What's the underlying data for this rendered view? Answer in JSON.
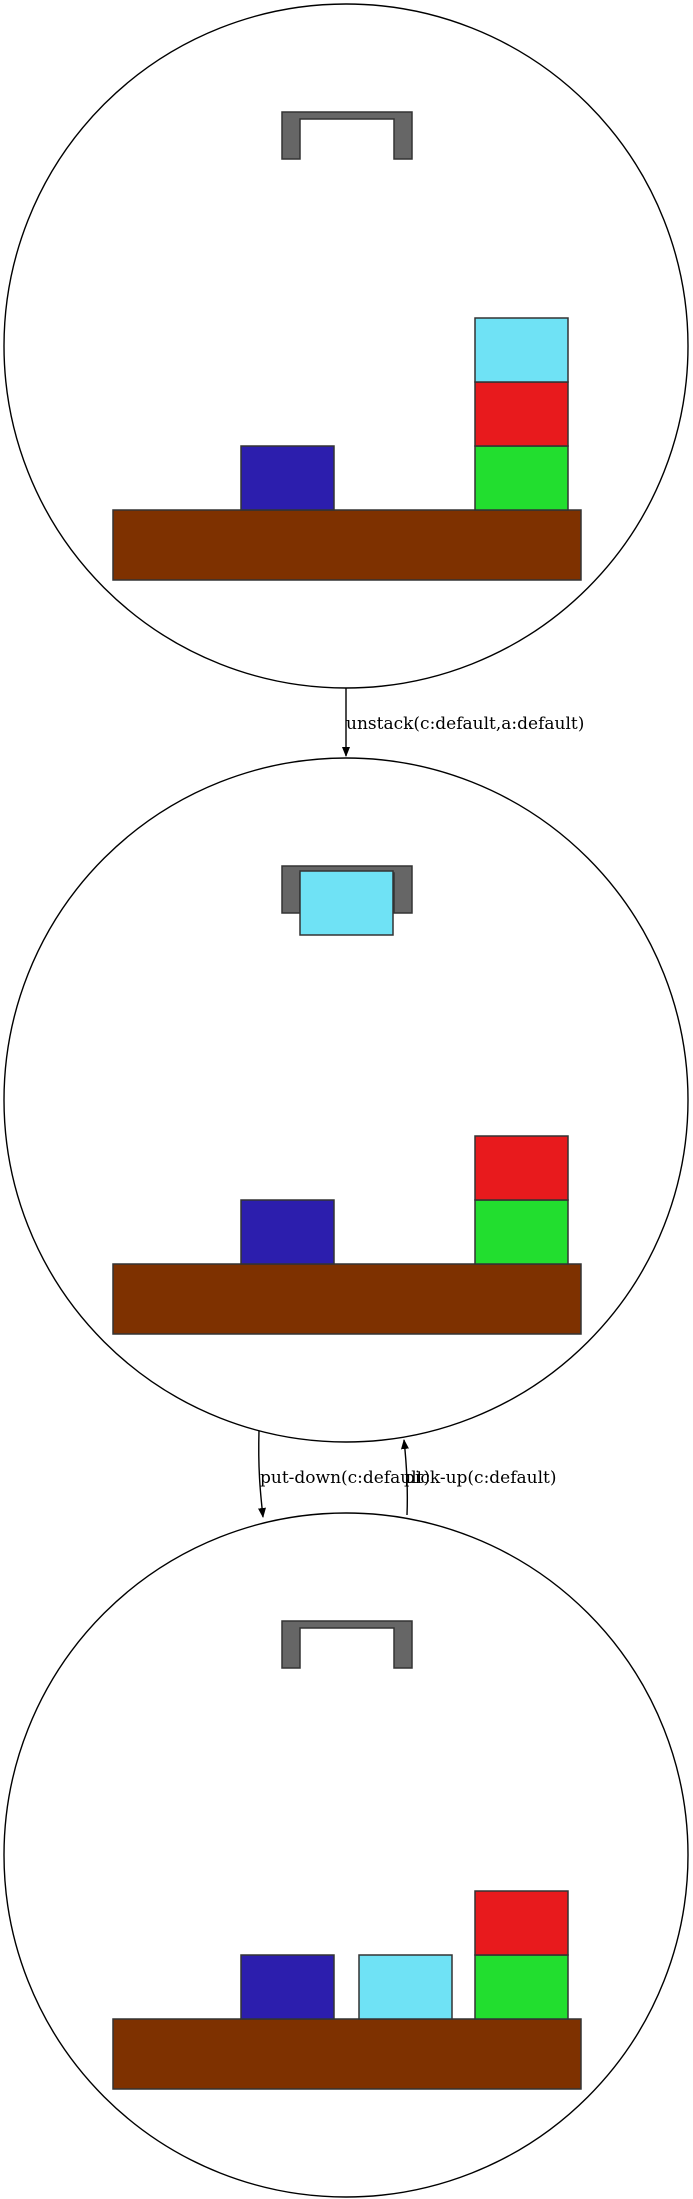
{
  "colors": {
    "table": "#7e3100",
    "gripper": "#666666",
    "outline": "#333333",
    "edge": "#000000",
    "blocks": {
      "a": "#22de2f",
      "b": "#2c1ead",
      "c": "#6fe2f5",
      "d": "#e81a1d"
    }
  },
  "states": [
    {
      "id": "state-1",
      "holding": null,
      "stacks": [
        [
          "b"
        ],
        [],
        [
          "a",
          "d",
          "c"
        ]
      ]
    },
    {
      "id": "state-2",
      "holding": "c",
      "stacks": [
        [
          "b"
        ],
        [],
        [
          "a",
          "d"
        ]
      ]
    },
    {
      "id": "state-3",
      "holding": null,
      "stacks": [
        [
          "b"
        ],
        [
          "c"
        ],
        [
          "a",
          "d"
        ]
      ]
    }
  ],
  "edges": [
    {
      "id": "unstack",
      "from": "state-1",
      "to": "state-2",
      "label": "unstack(c:default,a:default)"
    },
    {
      "id": "put-down",
      "from": "state-2",
      "to": "state-3",
      "label": "put-down(c:default)"
    },
    {
      "id": "pick-up",
      "from": "state-3",
      "to": "state-2",
      "label": "pick-up(c:default)"
    }
  ]
}
